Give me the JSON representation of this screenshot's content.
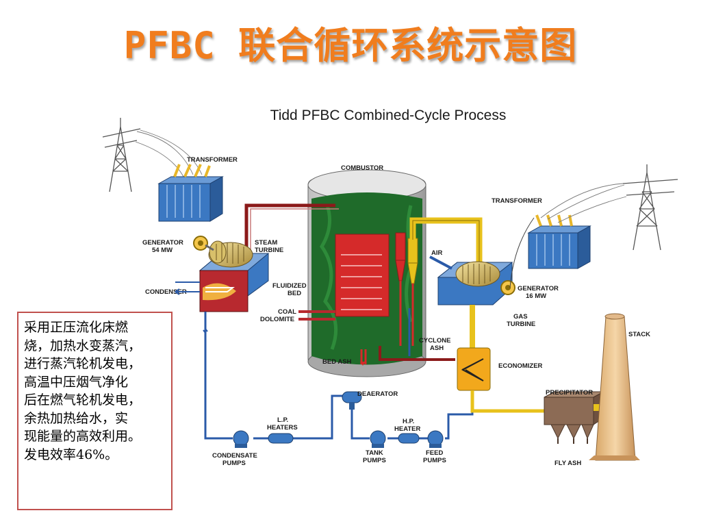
{
  "slide_title": "PFBC 联合循环系统示意图",
  "diagram": {
    "title": "Tidd PFBC Combined-Cycle Process",
    "labels": {
      "transformer_left": "TRANSFORMER",
      "transformer_right": "TRANSFORMER",
      "combustor": "COMBUSTOR",
      "generator_left": [
        "GENERATOR",
        "54 MW"
      ],
      "steam_turbine": [
        "STEAM",
        "TURBINE"
      ],
      "condenser": "CONDENSER",
      "fluidized_bed": [
        "FLUIDIZED",
        "BED"
      ],
      "coal": "COAL",
      "dolomite": "DOLOMITE",
      "air": "AIR",
      "generator_right": [
        "GENERATOR",
        "16 MW"
      ],
      "gas_turbine": [
        "GAS",
        "TURBINE"
      ],
      "cyclone_ash": [
        "CYCLONE",
        "ASH"
      ],
      "bed_ash": "BED ASH",
      "stack": "STACK",
      "economizer": "ECONOMIZER",
      "deaerator": "DEAERATOR",
      "lp_heaters": [
        "L.P.",
        "HEATERS"
      ],
      "hp_heater": [
        "H.P.",
        "HEATER"
      ],
      "precipitator": "PRECIPITATOR",
      "condensate_pumps": [
        "CONDENSATE",
        "PUMPS"
      ],
      "tank_pumps": [
        "TANK",
        "PUMPS"
      ],
      "feed_pumps": [
        "FEED",
        "PUMPS"
      ],
      "fly_ash": "FLY ASH"
    }
  },
  "note": {
    "lines": [
      "采用正压流化床燃",
      "烧，加热水变蒸汽，",
      "进行蒸汽轮机发电，",
      "高温中压烟气净化",
      "后在燃气轮机发电，",
      "余热加热给水，实",
      "现能量的高效利用。",
      "发电效率46%。"
    ]
  },
  "colors": {
    "title": "#f07d1e",
    "combustor_bed": "#1f6b2a",
    "hot_section": "#d52a2a",
    "gas_duct": "#e8c21c",
    "water_line": "#2a5aa8",
    "steam_line": "#8b1a1a",
    "equipment_blue": "#3b78c2",
    "note_border": "#c0504d"
  }
}
